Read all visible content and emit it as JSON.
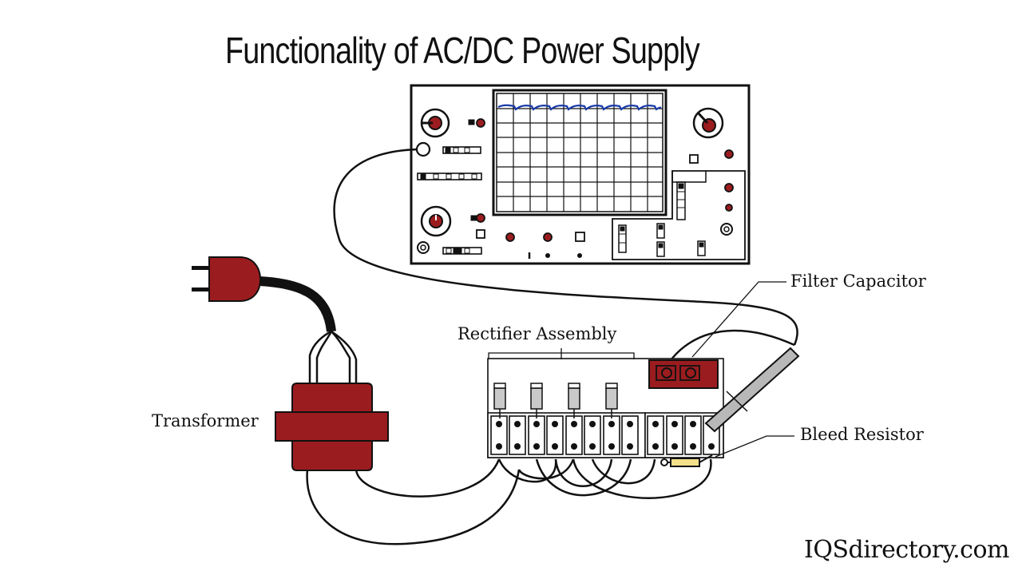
{
  "title": "Functionality of AC/DC Power Supply",
  "labels": {
    "filter_capacitor": "Filter Capacitor",
    "rectifier_assembly": "Rectifier Assembly",
    "transformer": "Transformer",
    "bleed_resistor": "Bleed Resistor"
  },
  "watermark": "IQSdirectory.com",
  "colors": {
    "component_red": "#9b1c1f",
    "trace_blue": "#1a3aa8",
    "outline": "#111111"
  }
}
